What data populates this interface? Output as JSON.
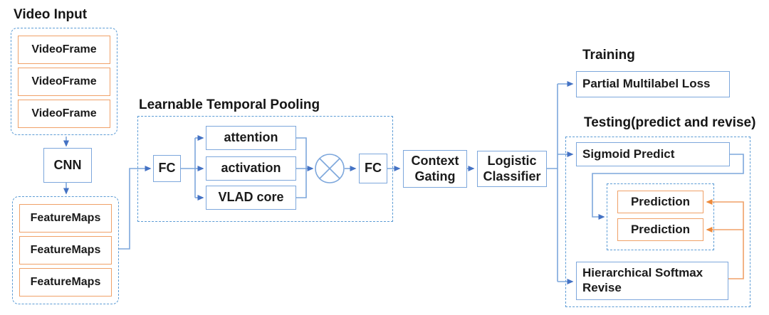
{
  "diagram": {
    "video_input": {
      "title": "Video Input",
      "frames": [
        "VideoFrame",
        "VideoFrame",
        "VideoFrame"
      ]
    },
    "cnn": {
      "label": "CNN"
    },
    "feature_maps": {
      "items": [
        "FeatureMaps",
        "FeatureMaps",
        "FeatureMaps"
      ]
    },
    "pooling": {
      "title": "Learnable Temporal Pooling",
      "fc_in": "FC",
      "branches": [
        "attention",
        "activation",
        "VLAD core"
      ],
      "multiply_icon": "circle-multiply",
      "fc_out": "FC"
    },
    "context_gating": {
      "label": "Context Gating"
    },
    "logistic_classifier": {
      "label": "Logistic Classifier"
    },
    "training": {
      "title": "Training",
      "loss_box": "Partial Multilabel Loss"
    },
    "testing": {
      "title": "Testing(predict and revise)",
      "sigmoid_box": "Sigmoid Predict",
      "predictions": [
        "Prediction",
        "Prediction"
      ],
      "revise_box": "Hierarchical Softmax Revise"
    },
    "colors": {
      "box_blue": "#7DA7DC",
      "dashed_blue": "#5B9BD5",
      "arrow_blue": "#4472C4",
      "box_orange": "#F0A168",
      "arrow_orange": "#ED8A3C",
      "text": "#1B1B1B"
    }
  }
}
